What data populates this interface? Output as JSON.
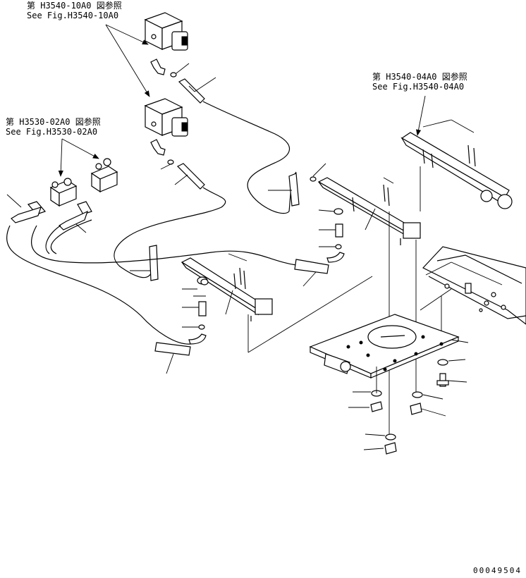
{
  "references": {
    "ref_top": {
      "jp": "第 H3540-10A0 図参照",
      "en": "See Fig.H3540-10A0"
    },
    "ref_right": {
      "jp": "第 H3540-04A0 図参照",
      "en": "See Fig.H3540-04A0"
    },
    "ref_left": {
      "jp": "第 H3530-02A0 図参照",
      "en": "See Fig.H3530-02A0"
    }
  },
  "drawing_number": "00049504"
}
